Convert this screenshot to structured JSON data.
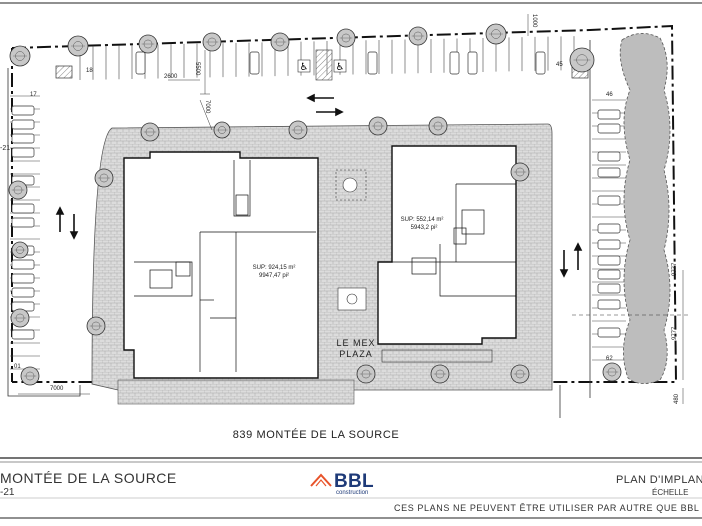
{
  "plan": {
    "street_label": "839 MONTÉE DE LA SOURCE",
    "plaza_name_line1": "LE MEX",
    "plaza_name_line2": "PLAZA",
    "building_a": {
      "area_m2": "SUP: 924,15 m²",
      "area_ft2": "9947,47 pi²"
    },
    "building_b": {
      "area_m2": "SUP: 552,14 m²",
      "area_ft2": "5943,2 pi²"
    },
    "parking_numbers": {
      "top_left": "18",
      "top_right": "45",
      "left_top": "17",
      "left_bottom": "01",
      "right_top": "46",
      "right_bottom": "62"
    },
    "dimensions": {
      "d1000": "1000",
      "d2600": "2600",
      "d5500": "5500",
      "d7000_top": "7000",
      "d7000_bottom": "7000",
      "d9777a": "9777",
      "d9777b": "9777",
      "d480": "480"
    },
    "side_label": "-21"
  },
  "title_block": {
    "project": "MONTÉE DE LA SOURCE",
    "date_fragment": "-21",
    "plan_title": "PLAN D'IMPLANT",
    "scale_label": "ÉCHELLE",
    "disclaimer": "CES PLANS NE PEUVENT ÊTRE UTILISER PAR AUTRE QUE BBL CONS"
  },
  "logo": {
    "name": "BBL",
    "sub": "construction",
    "accent_color": "#e8532a",
    "brand_color": "#1e3a78"
  },
  "colors": {
    "line": "#222222",
    "paving": "#d8d8d8",
    "tree_fill": "#bdbdbd"
  }
}
